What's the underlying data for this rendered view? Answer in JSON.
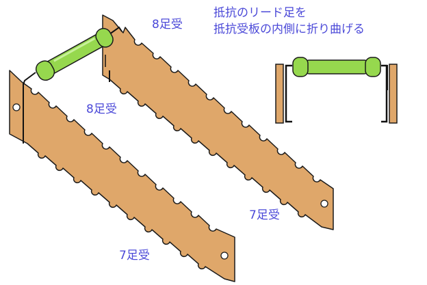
{
  "caption": {
    "line1": "抵抗のリード足を",
    "line2": "抵抗受板の内側に折り曲げる"
  },
  "labels": {
    "back_top": "8足受",
    "front_top": "8足受",
    "back_bottom": "7足受",
    "front_bottom": "7足受"
  },
  "colors": {
    "board_fill": "#dfa76a",
    "board_stroke": "#1a1a1a",
    "resistor_body": "#96d84e",
    "resistor_band": "#6dbb32",
    "label_text": "#4b49d8"
  }
}
